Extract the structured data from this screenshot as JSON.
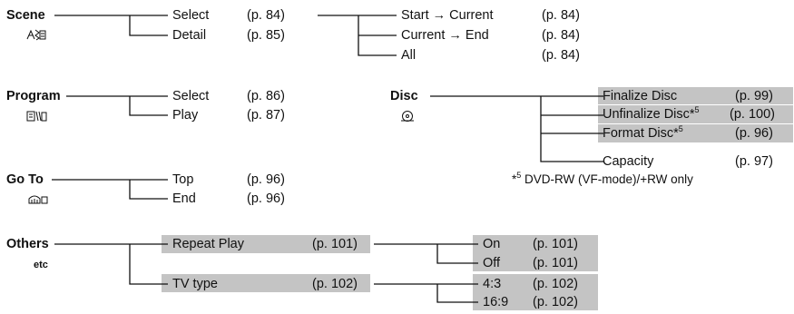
{
  "scene": {
    "label": "Scene",
    "icon": "scene-icon",
    "select": {
      "label": "Select",
      "page": "(p. 84)"
    },
    "detail": {
      "label": "Detail",
      "page": "(p. 85)"
    },
    "sub": [
      {
        "label": "Start → Current",
        "page": "(p. 84)"
      },
      {
        "label": "Current → End",
        "page": "(p. 84)"
      },
      {
        "label": "All",
        "page": "(p. 84)"
      }
    ]
  },
  "program": {
    "label": "Program",
    "icon": "program-icon",
    "items": [
      {
        "label": "Select",
        "page": "(p. 86)"
      },
      {
        "label": "Play",
        "page": "(p. 87)"
      }
    ]
  },
  "goto": {
    "label": "Go To",
    "icon": "goto-icon",
    "items": [
      {
        "label": "Top",
        "page": "(p. 96)"
      },
      {
        "label": "End",
        "page": "(p. 96)"
      }
    ]
  },
  "others": {
    "label": "Others",
    "sublabel": "etc",
    "repeat": {
      "label": "Repeat Play",
      "page": "(p. 101)"
    },
    "tvtype": {
      "label": "TV type",
      "page": "(p. 102)"
    },
    "repeat_options": [
      {
        "label": "On",
        "page": "(p. 101)"
      },
      {
        "label": "Off",
        "page": "(p. 101)"
      }
    ],
    "tv_options": [
      {
        "label": "4:3",
        "page": "(p. 102)"
      },
      {
        "label": "16:9",
        "page": "(p. 102)"
      }
    ]
  },
  "disc": {
    "label": "Disc",
    "icon": "disc-icon",
    "items": [
      {
        "label": "Finalize Disc",
        "page": "(p. 99)"
      },
      {
        "label": "Unfinalize Disc*5",
        "page": "(p. 100)"
      },
      {
        "label": "Format Disc*5",
        "page": "(p. 96)"
      },
      {
        "label": "Capacity",
        "page": "(p. 97)"
      }
    ],
    "footnote": "*5 DVD-RW (VF-mode)/+RW only"
  },
  "colors": {
    "highlight": "#c4c4c4",
    "line": "#111111"
  }
}
